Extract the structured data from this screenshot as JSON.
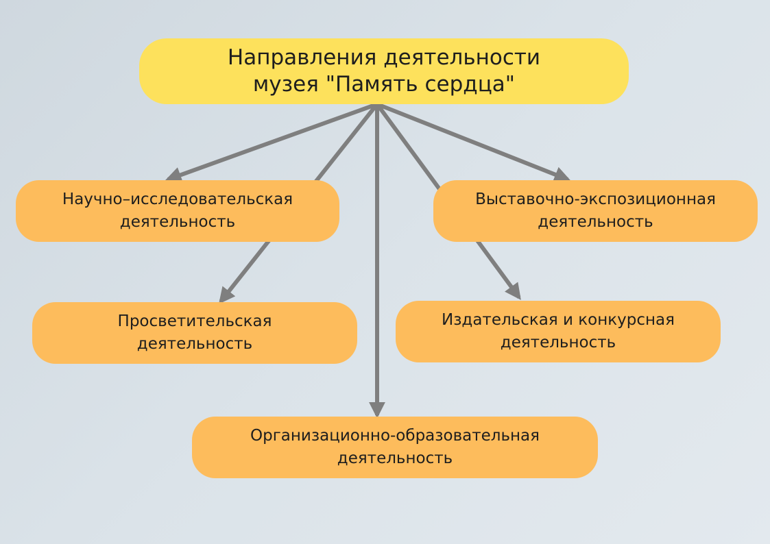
{
  "colors": {
    "root_fill": "#fde15c",
    "node_fill": "#fdbc5c",
    "arrow": "#7f7f7f"
  },
  "root": {
    "line1": "Направления деятельности",
    "line2": "музея \"Память сердца\""
  },
  "nodes": {
    "research": {
      "line1": "Научно–исследовательская",
      "line2": "деятельность"
    },
    "exhibition": {
      "line1": "Выставочно-экспозиционная",
      "line2": "деятельность"
    },
    "educational": {
      "line1": "Просветительская",
      "line2": "деятельность"
    },
    "publishing": {
      "line1": "Издательская и конкурсная",
      "line2": "деятельность"
    },
    "organizational": {
      "line1": "Организационно-образовательная",
      "line2": "деятельность"
    }
  },
  "edges": [
    {
      "from": "root",
      "to": "research"
    },
    {
      "from": "root",
      "to": "exhibition"
    },
    {
      "from": "root",
      "to": "educational"
    },
    {
      "from": "root",
      "to": "publishing"
    },
    {
      "from": "root",
      "to": "organizational"
    }
  ]
}
